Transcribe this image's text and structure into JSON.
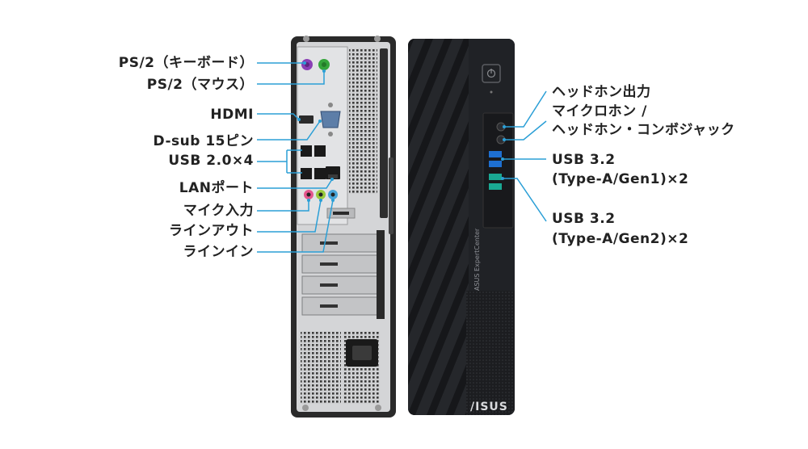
{
  "labels_left": [
    {
      "id": "ps2-keyboard",
      "text": "PS/2（キーボード）"
    },
    {
      "id": "ps2-mouse",
      "text": "PS/2（マウス）"
    },
    {
      "id": "hdmi",
      "text": "HDMI"
    },
    {
      "id": "dsub",
      "text": "D-sub 15ピン"
    },
    {
      "id": "usb20",
      "text": "USB 2.0×4"
    },
    {
      "id": "lan",
      "text": "LANポート"
    },
    {
      "id": "mic-in",
      "text": "マイク入力"
    },
    {
      "id": "line-out",
      "text": "ラインアウト"
    },
    {
      "id": "line-in",
      "text": "ラインイン"
    }
  ],
  "labels_right": [
    {
      "id": "headphone",
      "text": "ヘッドホン出力"
    },
    {
      "id": "combo-1",
      "text": "マイクロホン /"
    },
    {
      "id": "combo-2",
      "text": "ヘッドホン・コンボジャック"
    },
    {
      "id": "usb32-gen1-1",
      "text": "USB 3.2"
    },
    {
      "id": "usb32-gen1-2",
      "text": "(Type-A/Gen1)×2"
    },
    {
      "id": "usb32-gen2-1",
      "text": "USB 3.2"
    },
    {
      "id": "usb32-gen2-2",
      "text": "(Type-A/Gen2)×2"
    }
  ],
  "front_brand": "ASUS ExpertCenter",
  "front_logo": "/ISUS",
  "colors": {
    "leader": "#2b9fd6",
    "case_rear": "#2a2a2a",
    "panel": "#cfd0d2",
    "front": "#202226",
    "usb_blue": "#1e6fd0",
    "usb_teal": "#1aa893",
    "ps2_keyboard": "#8a3fb5",
    "ps2_mouse": "#35a53b",
    "mic_pink": "#e4578d",
    "line_green": "#9acb3c",
    "line_blue": "#4aa6d9"
  }
}
